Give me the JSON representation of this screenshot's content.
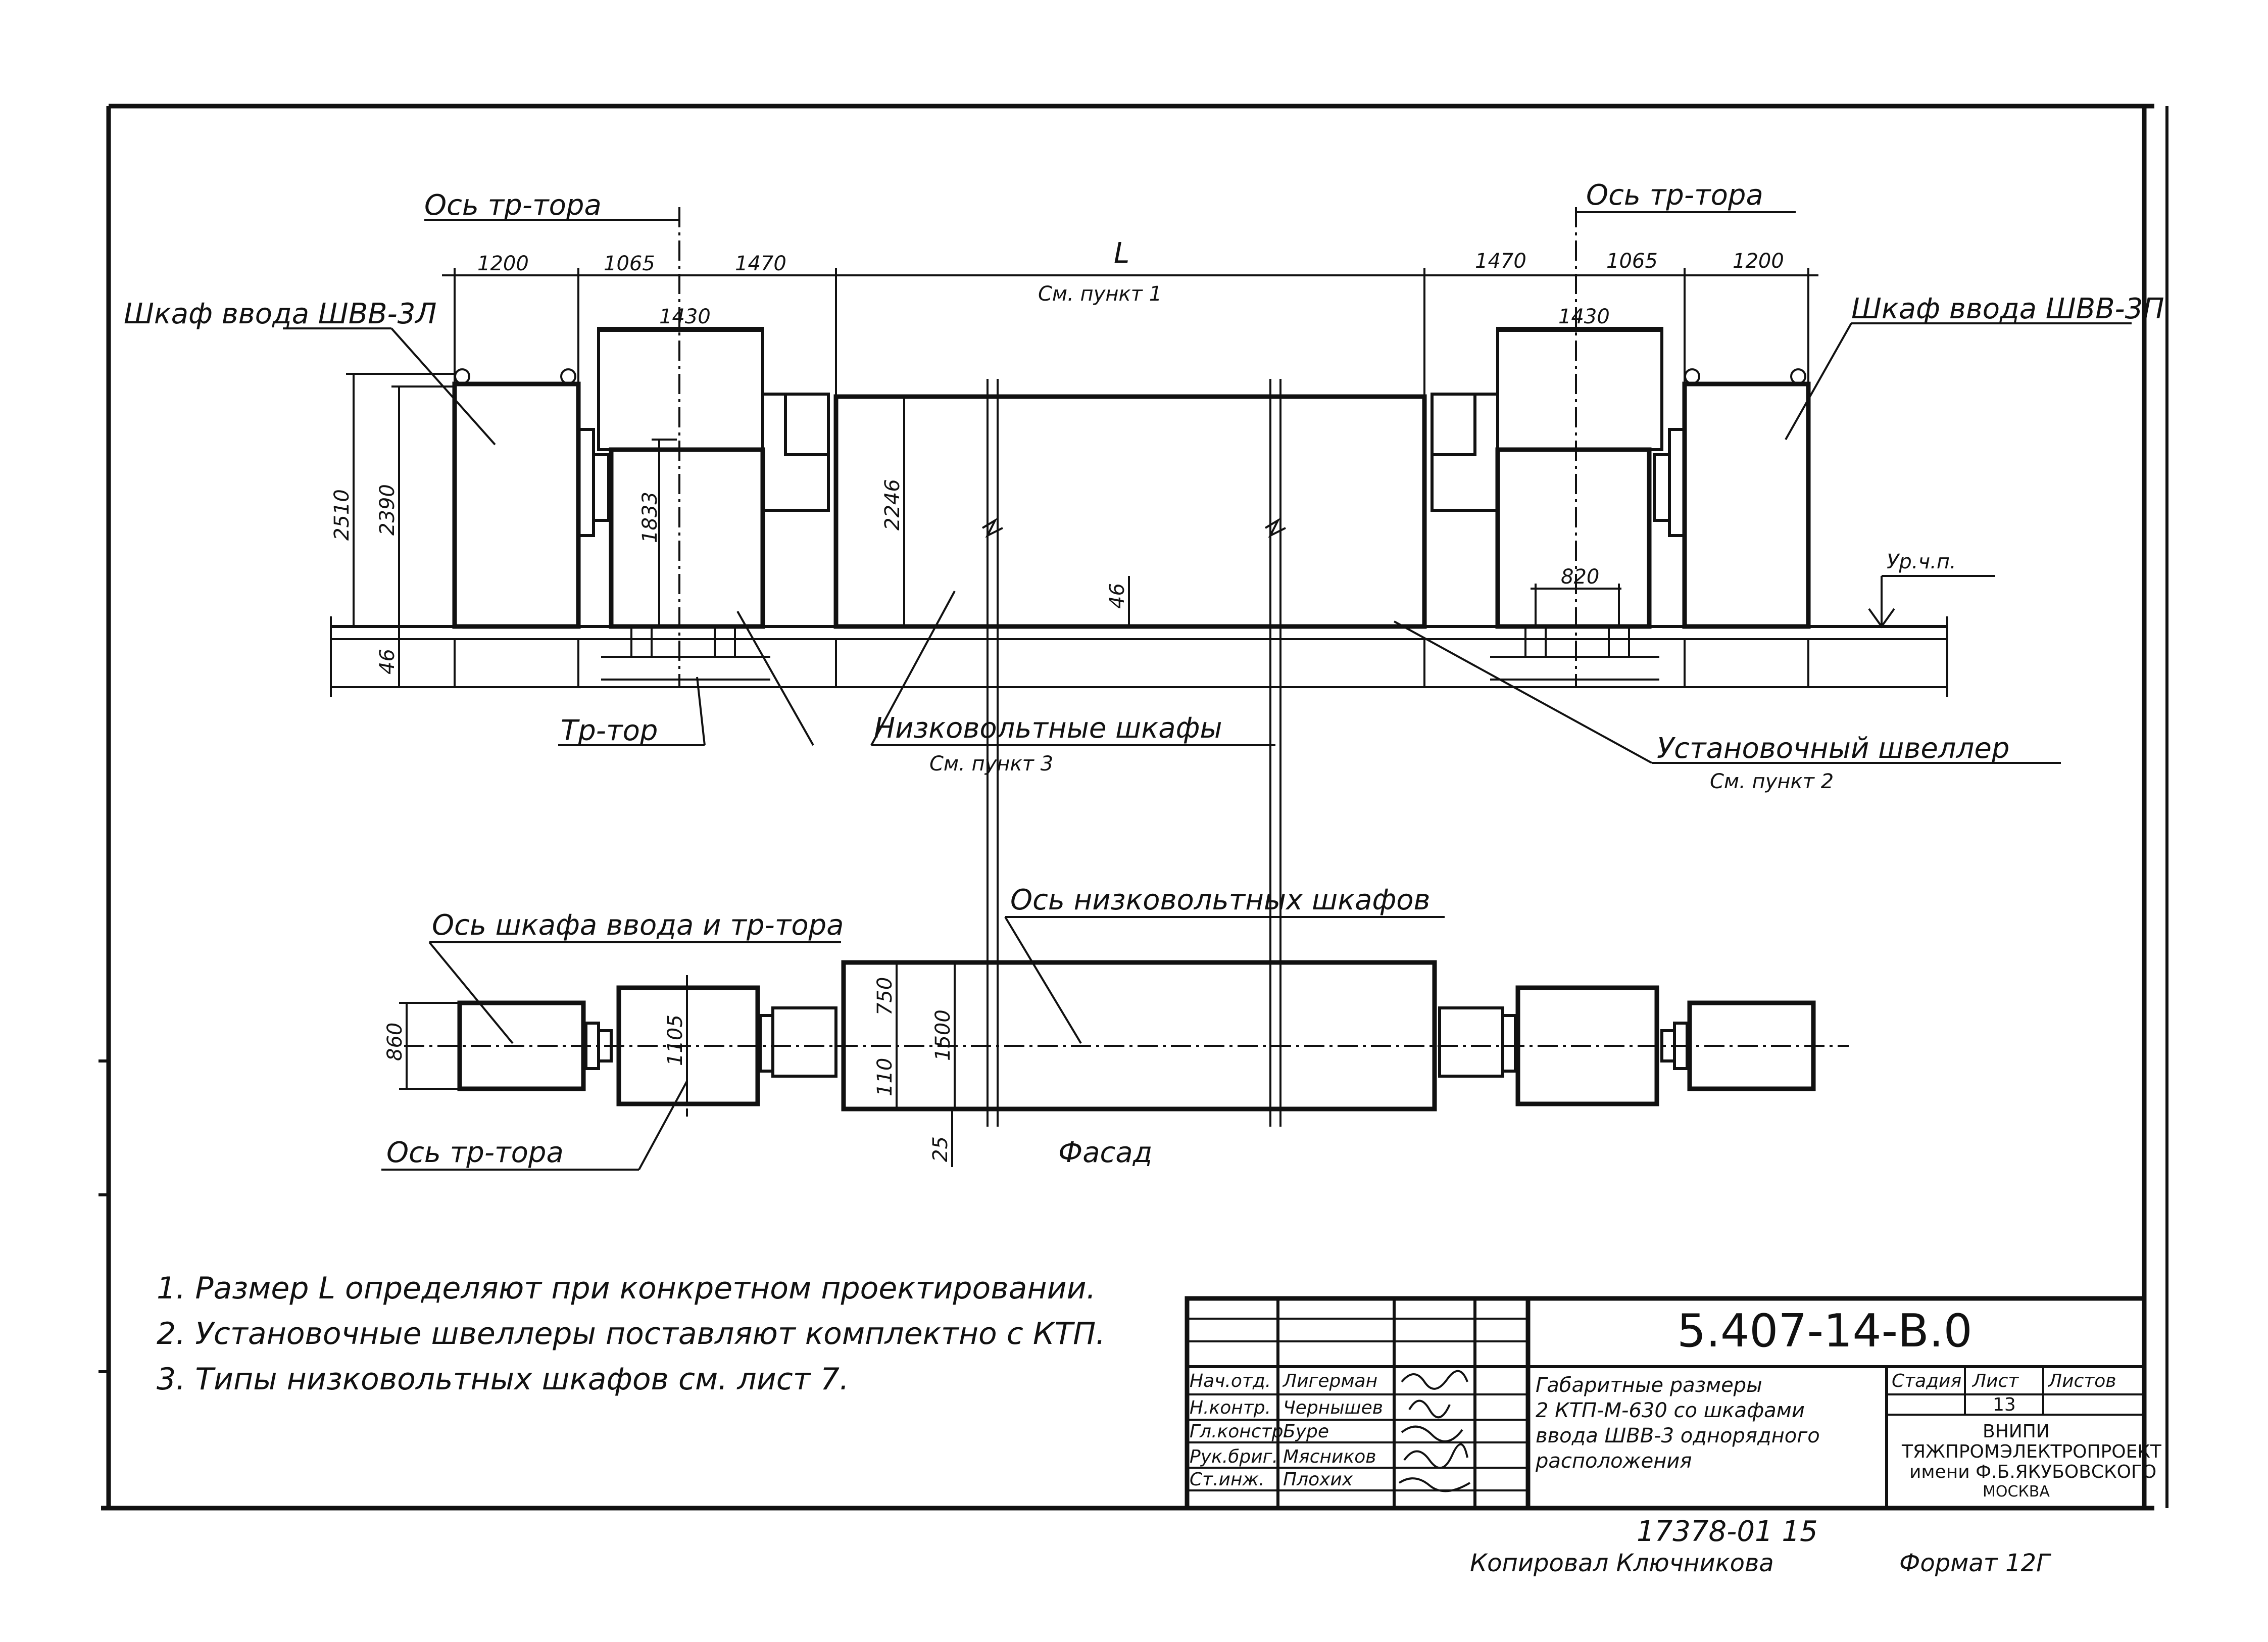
{
  "drawing": {
    "top_view": {
      "axis_left": "Ось тр-тора",
      "axis_right": "Ось тр-тора",
      "dims_left": [
        "1200",
        "1065",
        "1470"
      ],
      "dims_right": [
        "1470",
        "1065",
        "1200"
      ],
      "dim_L": "L",
      "dim_L_note": "См. пункт 1",
      "dim_1430_left": "1430",
      "dim_1430_right": "1430",
      "cab_left_label": "Шкаф ввода ШВВ-3Л",
      "cab_right_label": "Шкаф ввода ШВВ-3П",
      "h_2510": "2510",
      "h_2390": "2390",
      "h_1833": "1833",
      "h_2246": "2246",
      "h_46a": "46",
      "h_46b": "46",
      "dim_820": "820",
      "floor_level": "Ур.ч.п.",
      "transformer_label": "Тр-тор",
      "lv_label": "Низковольтные шкафы",
      "lv_note": "См. пункт 3",
      "channel_label": "Установочный швеллер",
      "channel_note": "См. пункт 2"
    },
    "plan_view": {
      "axis_cab_trans": "Ось шкафа ввода и тр-тора",
      "axis_lv": "Ось низковольтных шкафов",
      "axis_trans": "Ось тр-тора",
      "d_860": "860",
      "d_1105": "1105",
      "d_750": "750",
      "d_1500": "1500",
      "d_110": "110",
      "d_25": "25",
      "caption": "Фасад"
    },
    "notes": [
      "1. Размер L определяют при конкретном проектировании.",
      "2. Установочные швеллеры поставляют комплектно с КТП.",
      "3. Типы низковольтных шкафов см. лист 7."
    ]
  },
  "title_block": {
    "code": "5.407-14-В.0",
    "title_lines": [
      "Габаритные размеры",
      "2 КТП-М-630 со шкафами",
      "ввода ШВВ-3 однорядного",
      "расположения"
    ],
    "roles": [
      {
        "role": "Нач.отд.",
        "name": "Лигерман"
      },
      {
        "role": "Н.контр.",
        "name": "Чернышев"
      },
      {
        "role": "Гл.констр.",
        "name": "Буре"
      },
      {
        "role": "Рук.бриг.",
        "name": "Мясников"
      },
      {
        "role": "Ст.инж.",
        "name": "Плохих"
      }
    ],
    "stage_header": "Стадия",
    "sheet_header": "Лист",
    "sheets_header": "Листов",
    "sheet_value": "13",
    "org_lines": [
      "ВНИПИ",
      "ТЯЖПРОМЭЛЕКТРОПРОЕКТ",
      "имени Ф.Б.ЯКУБОВСКОГО",
      "МОСКВА"
    ]
  },
  "footer": {
    "order_number": "17378-01 15",
    "copied_by": "Копировал Ключникова",
    "format": "Формат 12Г"
  }
}
